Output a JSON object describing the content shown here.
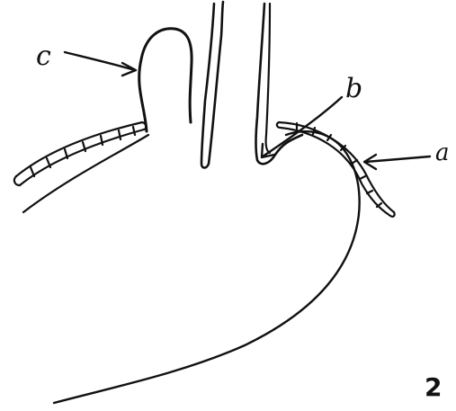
{
  "labels": {
    "a": "a",
    "b": "b",
    "c": "c"
  },
  "figure_number": "2",
  "colors": {
    "ink": "#111111",
    "background": "#ffffff"
  }
}
